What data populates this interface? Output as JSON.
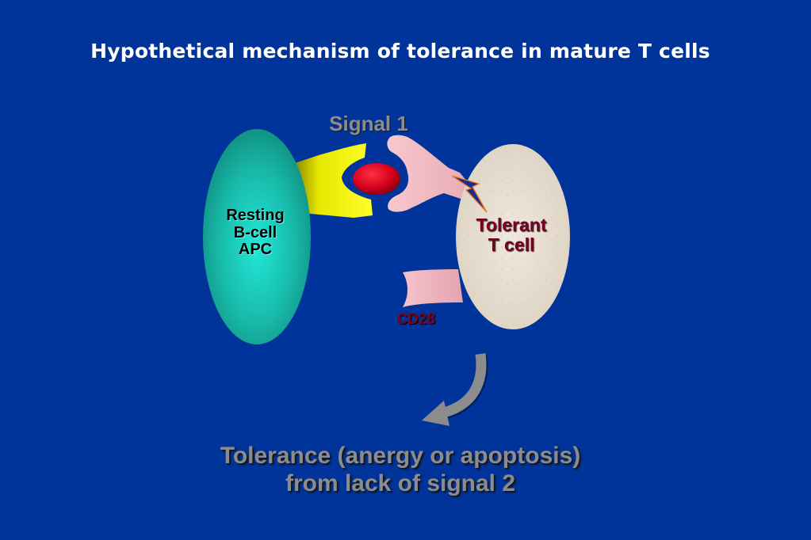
{
  "title": "Hypothetical mechanism of tolerance in mature T cells",
  "labels": {
    "signal1": "Signal 1",
    "bcell": [
      "Resting",
      "B-cell",
      "APC"
    ],
    "tcell": [
      "Tolerant",
      "T cell"
    ],
    "cd28": "CD28"
  },
  "conclusion": {
    "line1": "Tolerance (anergy or apoptosis)",
    "line2": "from lack of signal 2"
  },
  "colors": {
    "background": "#01349a",
    "bcell": "#15a79a",
    "tcell": "#e8dfd2",
    "mhc": "#f2f20a",
    "tcr": "#f3bcc4",
    "antigen": "#d8001e",
    "arrow": "#8c8c8c"
  }
}
